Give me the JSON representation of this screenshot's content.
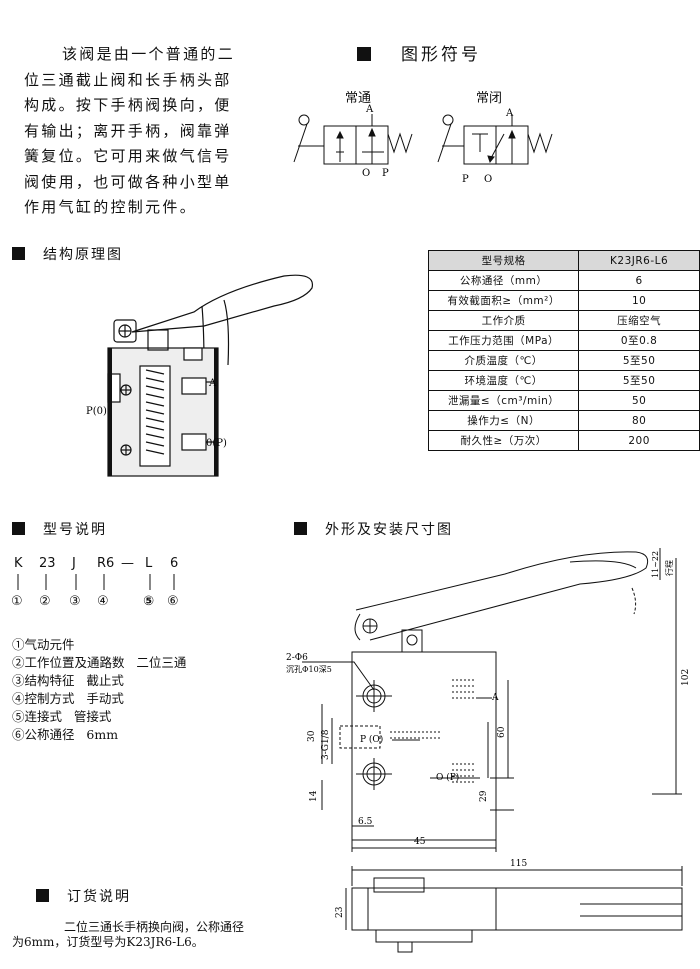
{
  "intro": {
    "lines": [
      "该阀是由一个普通的二",
      "位三通截止阀和长手柄头部",
      "构成。按下手柄阀换向，便",
      "有输出；离开手柄，阀靠弹",
      "簧复位。它可用来做气信号",
      "阀使用，也可做各种小型单",
      "作用气缸的控制元件。"
    ]
  },
  "symbols": {
    "title": "图形符号",
    "normally_open": "常通",
    "normally_closed": "常闭",
    "port_a": "A",
    "port_o": "O",
    "port_p": "P"
  },
  "structure": {
    "title": "结构原理图",
    "label_a": "A",
    "label_p0": "P(0)",
    "label_0p": "0(P)"
  },
  "spec_table": {
    "rows": [
      [
        "型号规格",
        "K23JR6-L6"
      ],
      [
        "公称通径（mm）",
        "6"
      ],
      [
        "有效截面积≥（mm²）",
        "10"
      ],
      [
        "工作介质",
        "压缩空气"
      ],
      [
        "工作压力范围（MPa）",
        "0至0.8"
      ],
      [
        "介质温度（℃）",
        "5至50"
      ],
      [
        "环境温度（℃）",
        "5至50"
      ],
      [
        "泄漏量≤（cm³/min）",
        "50"
      ],
      [
        "操作力≤（N）",
        "80"
      ],
      [
        "耐久性≥（万次）",
        "200"
      ]
    ]
  },
  "model": {
    "title": "型号说明",
    "codes": [
      "K",
      "23",
      "J",
      "R6",
      "—",
      "L",
      "6"
    ],
    "markers": [
      "①",
      "②",
      "③",
      "④",
      "⑤",
      "⑥"
    ],
    "explain": [
      "①气动元件",
      "②工作位置及通路数   二位三通",
      "③结构特征   截止式",
      "④控制方式   手动式",
      "⑤连接式   管接式",
      "⑥公称通径   6mm"
    ]
  },
  "dimensions": {
    "title": "外形及安装尺寸图",
    "hole_note_1": "2-Φ6",
    "hole_note_2": "沉孔Φ10深5",
    "d30": "30",
    "thread": "3-G1/8",
    "d14": "14",
    "d6_5": "6.5",
    "d45": "45",
    "d60": "60",
    "d29": "29",
    "d102": "102",
    "d11_22": "11~22",
    "stroke": "行程",
    "d115": "115",
    "d23": "23",
    "port_a": "A",
    "port_p0": "P (O)",
    "port_0p": "O (P)"
  },
  "order": {
    "title": "订货说明",
    "lines": [
      "二位三通长手柄换向阀，公称通径",
      "为6mm，订货型号为K23JR6-L6。"
    ]
  }
}
